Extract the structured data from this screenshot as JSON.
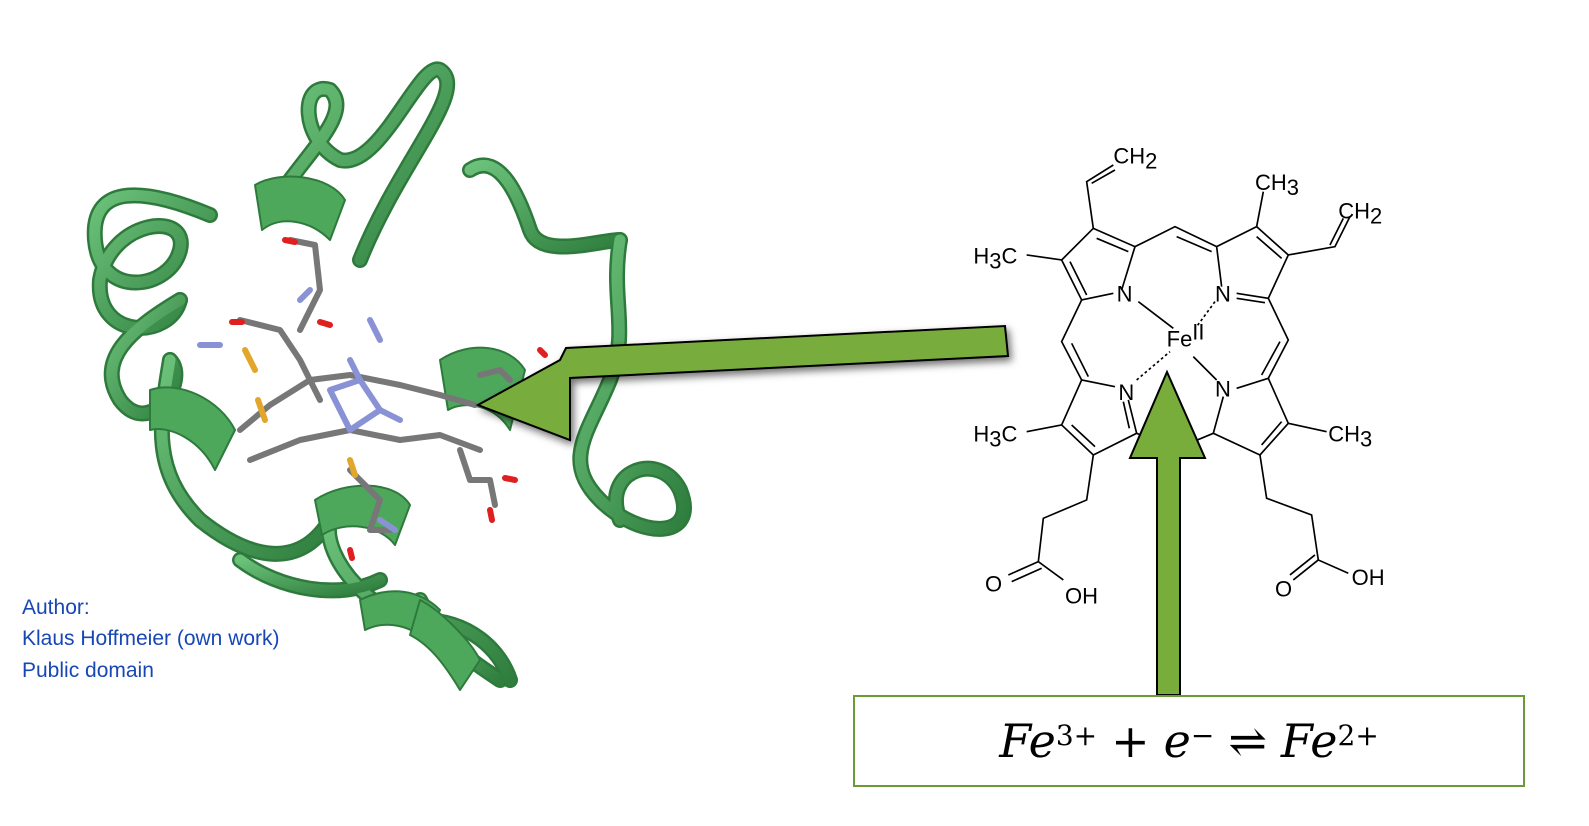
{
  "attribution": {
    "author_label": "Author:",
    "author_name": "Klaus Hoffmeier (own work)",
    "license": "Public domain"
  },
  "equation": {
    "reactant": "Fe",
    "reactant_charge": "3+",
    "plus": "+",
    "electron": "e",
    "electron_charge": "−",
    "arrow": "⇌",
    "product": "Fe",
    "product_charge": "2+"
  },
  "heme_labels": {
    "ch2_top": "CH",
    "ch2_right": "CH",
    "ch3_top": "CH",
    "ch3_right": "CH",
    "h3c_top": "C",
    "h3c_bottom": "C",
    "h_prefix": "H",
    "sub2": "2",
    "sub3": "3",
    "n": "N",
    "fe": "Fe",
    "fe_ox": "II",
    "o": "O",
    "oh": "OH"
  },
  "colors": {
    "arrow_green": "#78ad3c",
    "ribbon_green": "#4da85c",
    "box_border": "#6a9a3a",
    "link_blue": "#1747b5"
  }
}
